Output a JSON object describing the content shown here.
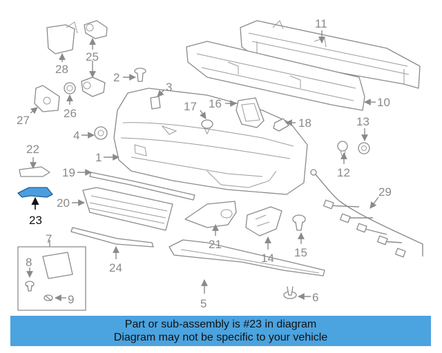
{
  "diagram": {
    "highlighted_part": "23",
    "highlight_color": "#4a9ee0",
    "callouts": {
      "c1": "1",
      "c2": "2",
      "c3": "3",
      "c4": "4",
      "c5": "5",
      "c6": "6",
      "c7": "7",
      "c8": "8",
      "c9": "9",
      "c10": "10",
      "c11": "11",
      "c12": "12",
      "c13": "13",
      "c14": "14",
      "c15": "15",
      "c16": "16",
      "c17": "17",
      "c18": "18",
      "c19": "19",
      "c20": "20",
      "c21": "21",
      "c22": "22",
      "c23": "23",
      "c24": "24",
      "c25": "25",
      "c26": "26",
      "c27": "27",
      "c28": "28",
      "c29": "29"
    }
  },
  "banner": {
    "line1": "Part or sub-assembly is #23 in diagram",
    "line2": "Diagram may not be specific to your vehicle",
    "background": "#4ba3df"
  }
}
